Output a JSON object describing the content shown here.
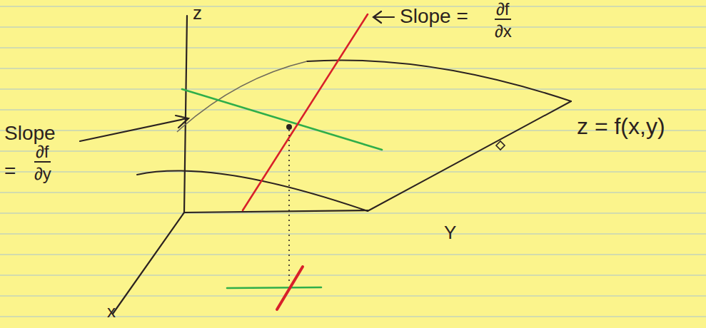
{
  "diagram": {
    "labels": [
      "z",
      "Slope =",
      "∂f",
      "∂x",
      "Slope =",
      "∂f",
      "∂y",
      "z = f(x,y)",
      "Y",
      "x"
    ]
  }
}
